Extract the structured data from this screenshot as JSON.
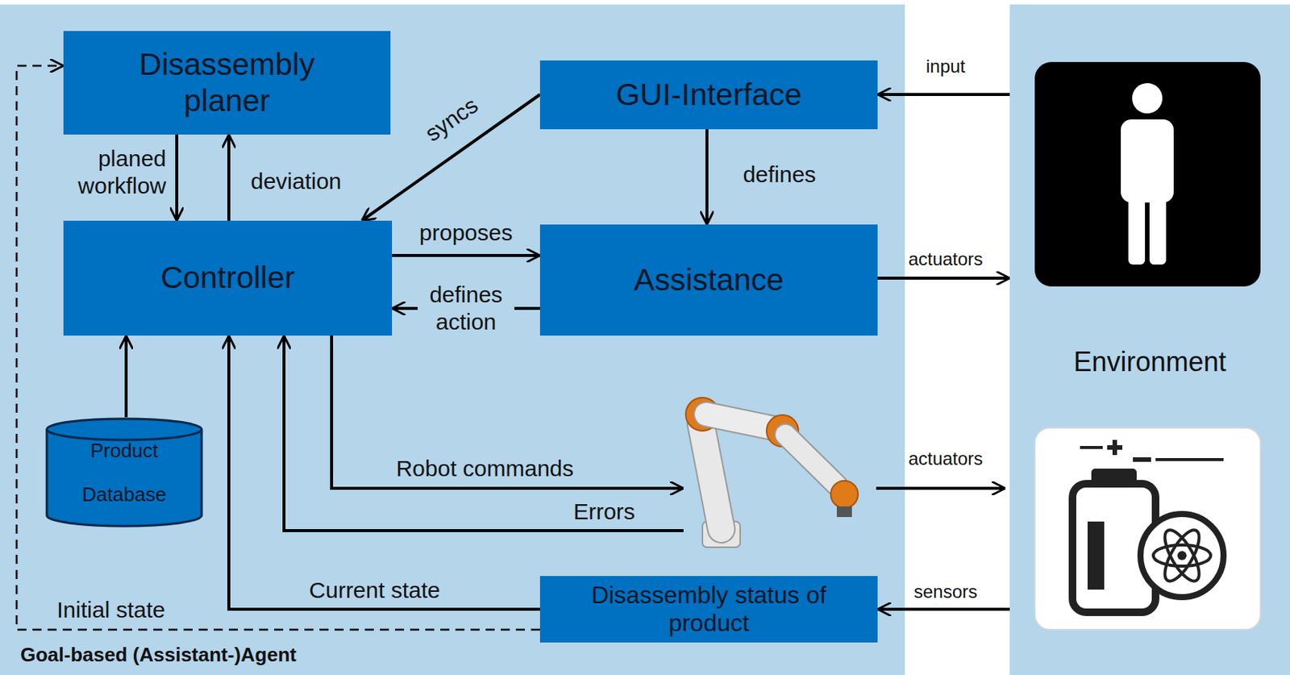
{
  "diagram": {
    "nodes": [
      {
        "text": [
          "Goal-based (Assistant-)Agent"
        ]
      },
      {
        "text": [
          "Disassembly planer"
        ],
        "in": 0
      },
      {
        "text": [
          "GUI-Interface"
        ],
        "in": 0
      },
      {
        "text": [
          "Controller"
        ],
        "in": 0
      },
      {
        "text": [
          "Assistance"
        ],
        "in": 0
      },
      {
        "text": [
          "Product Database"
        ],
        "in": 0
      },
      {
        "text": [
          "Disassembly status of product"
        ],
        "in": 0
      },
      {
        "text": [
          "Environment"
        ]
      }
    ],
    "edges": [
      {
        "from": 1,
        "to": 3,
        "label": "planed workflow",
        "arrow": "to"
      },
      {
        "from": 3,
        "to": 1,
        "label": "deviation",
        "arrow": "to"
      },
      {
        "from": 2,
        "to": 3,
        "label": "syncs",
        "arrow": "to"
      },
      {
        "from": 2,
        "to": 4,
        "label": "defines",
        "arrow": "to"
      },
      {
        "from": 3,
        "to": 4,
        "label": "proposes",
        "arrow": "to"
      },
      {
        "from": 4,
        "to": 3,
        "label": "defines action",
        "arrow": "to"
      },
      {
        "from": 5,
        "to": 3,
        "arrow": "to"
      },
      {
        "from": 6,
        "to": 3,
        "label": "Current state",
        "arrow": "to"
      },
      {
        "from": 6,
        "to": 1,
        "label": "Initial state",
        "arrow": "to"
      },
      {
        "from": 7,
        "to": 2,
        "label": "input",
        "arrow": "to"
      },
      {
        "from": 4,
        "to": 7,
        "label": "actuators",
        "arrow": "to"
      },
      {
        "from": 7,
        "to": 6,
        "label": "sensors",
        "arrow": "to"
      }
    ],
    "labels": [
      "Robot commands",
      "Errors",
      "actuators"
    ]
  }
}
